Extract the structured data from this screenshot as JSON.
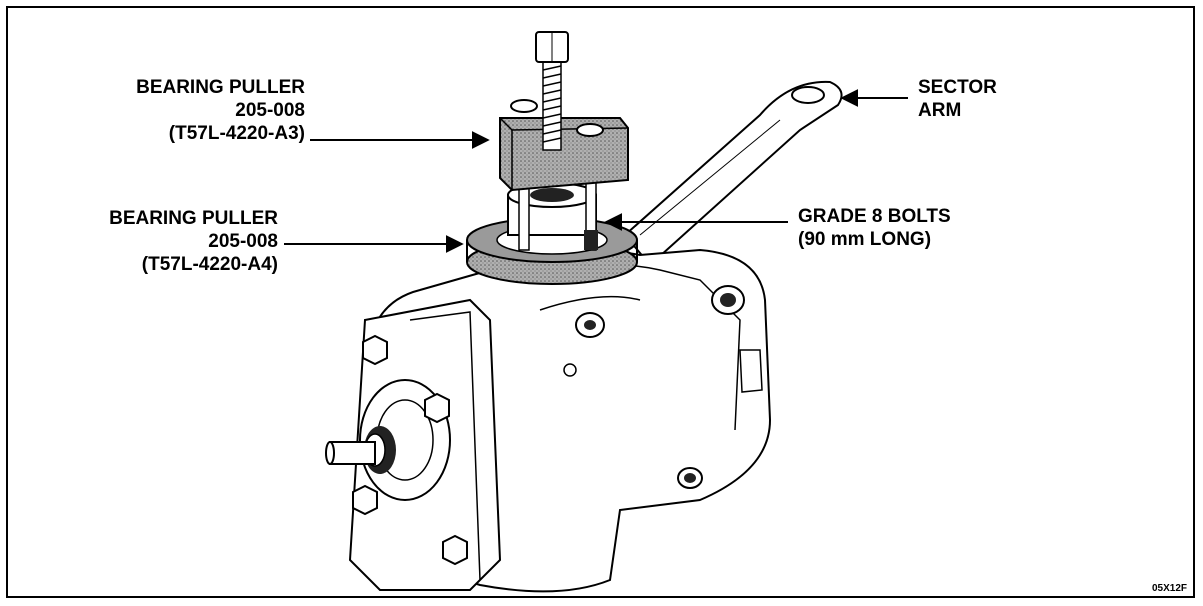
{
  "callouts": {
    "puller_a3": {
      "line1": "BEARING PULLER",
      "line2": "205-008",
      "line3": "(T57L-4220-A3)"
    },
    "puller_a4": {
      "line1": "BEARING PULLER",
      "line2": "205-008",
      "line3": "(T57L-4220-A4)"
    },
    "sector_arm": {
      "line1": "SECTOR",
      "line2": "ARM"
    },
    "bolts": {
      "line1": "GRADE 8 BOLTS",
      "line2": "(90 mm LONG)"
    }
  },
  "figure_code": "05X12F",
  "colors": {
    "ink": "#000000",
    "paper": "#ffffff",
    "shade": "#8a8a8a"
  }
}
